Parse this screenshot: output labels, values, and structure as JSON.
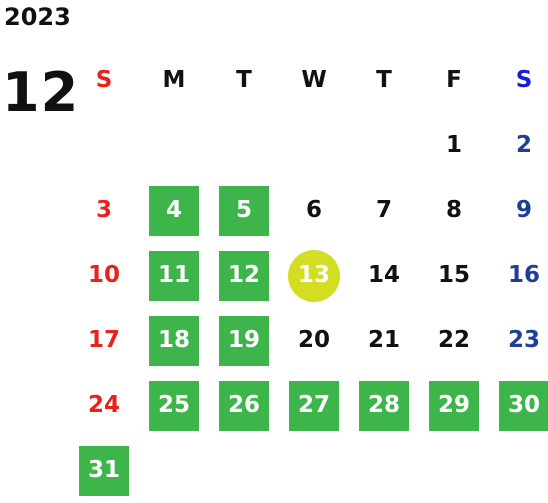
{
  "year": "2023",
  "month": "12",
  "weekdays": [
    {
      "label": "S",
      "kind": "sun"
    },
    {
      "label": "M",
      "kind": ""
    },
    {
      "label": "T",
      "kind": ""
    },
    {
      "label": "W",
      "kind": ""
    },
    {
      "label": "T",
      "kind": ""
    },
    {
      "label": "F",
      "kind": ""
    },
    {
      "label": "S",
      "kind": "sat"
    }
  ],
  "first_weekday_index": 5,
  "days_in_month": 31,
  "highlighted_days": [
    4,
    5,
    11,
    12,
    18,
    19,
    25,
    26,
    27,
    28,
    29,
    30,
    31
  ],
  "today": 13,
  "colors": {
    "highlight": "#3db54a",
    "today": "#d3dd22",
    "sunday": "#e8221c",
    "saturday": "#1f3f97",
    "text": "#111111"
  }
}
